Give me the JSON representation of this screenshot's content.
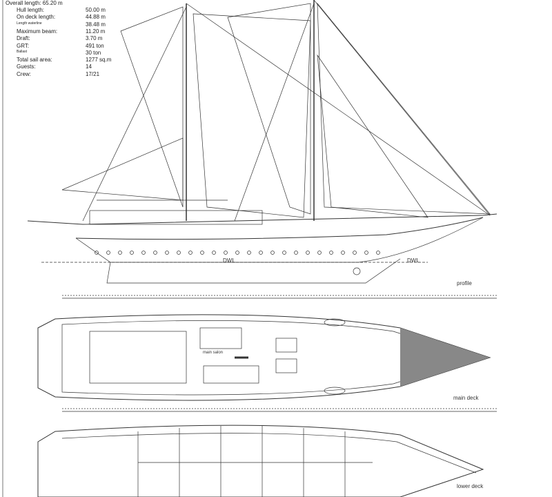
{
  "specs": {
    "overall": "Overall length: 65.20 m",
    "rows": [
      {
        "label": "Hull length:",
        "value": "50.00 m"
      },
      {
        "label": "On deck length:",
        "value": "44.88 m"
      },
      {
        "label": "Length waterline",
        "value": "38.48 m"
      },
      {
        "label": "Maximum beam:",
        "value": "11.20 m"
      },
      {
        "label": "Draft:",
        "value": "3.70 m"
      },
      {
        "label": "GRT:",
        "value": "491 ton"
      },
      {
        "label": "Ballast",
        "value": "30 ton"
      },
      {
        "label": "Total sail area:",
        "value": "1277 sq.m"
      },
      {
        "label": "Guests:",
        "value": "14"
      },
      {
        "label": "Crew:",
        "value": "17/21"
      }
    ]
  },
  "labels": {
    "profile": "profile",
    "main_deck": "main deck",
    "lower_deck": "lower deck",
    "dwl": "DWL",
    "main_salon": "main salon"
  }
}
